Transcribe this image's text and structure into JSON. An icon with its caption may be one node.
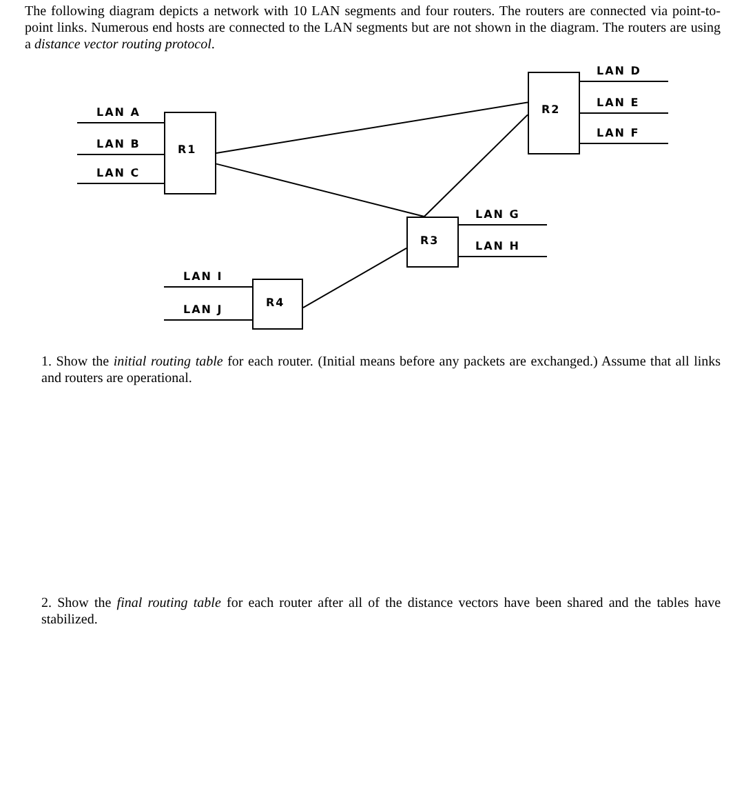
{
  "diagram": {
    "nodes": [
      {
        "text": [
          "R1"
        ]
      },
      {
        "text": [
          "R2"
        ]
      },
      {
        "text": [
          "R3"
        ]
      },
      {
        "text": [
          "R4"
        ]
      },
      {
        "text": [
          "LAN A"
        ]
      },
      {
        "text": [
          "LAN B"
        ]
      },
      {
        "text": [
          "LAN C"
        ]
      },
      {
        "text": [
          "LAN D"
        ]
      },
      {
        "text": [
          "LAN E"
        ]
      },
      {
        "text": [
          "LAN F"
        ]
      },
      {
        "text": [
          "LAN G"
        ]
      },
      {
        "text": [
          "LAN H"
        ]
      },
      {
        "text": [
          "LAN I"
        ]
      },
      {
        "text": [
          "LAN J"
        ]
      }
    ],
    "edges": [
      {
        "from": 0,
        "to": 1,
        "arrow": "none"
      },
      {
        "from": 0,
        "to": 2,
        "arrow": "none"
      },
      {
        "from": 1,
        "to": 2,
        "arrow": "none"
      },
      {
        "from": 3,
        "to": 2,
        "arrow": "none"
      },
      {
        "from": 0,
        "to": 4,
        "arrow": "none"
      },
      {
        "from": 0,
        "to": 5,
        "arrow": "none"
      },
      {
        "from": 0,
        "to": 6,
        "arrow": "none"
      },
      {
        "from": 1,
        "to": 7,
        "arrow": "none"
      },
      {
        "from": 1,
        "to": 8,
        "arrow": "none"
      },
      {
        "from": 1,
        "to": 9,
        "arrow": "none"
      },
      {
        "from": 2,
        "to": 10,
        "arrow": "none"
      },
      {
        "from": 2,
        "to": 11,
        "arrow": "none"
      },
      {
        "from": 3,
        "to": 12,
        "arrow": "none"
      },
      {
        "from": 3,
        "to": 13,
        "arrow": "none"
      }
    ],
    "labels": [
      "The following diagram depicts a network with 10 LAN segments and four routers. The routers are connected via point-to-point links. Numerous end hosts are connected to the LAN segments but are not shown in the diagram. The routers are using a *distance vector routing protocol*.",
      "1. Show the *initial routing table* for each router. (Initial means before any packets are exchanged.) Assume that all links and routers are operational.",
      "2. Show the *final routing table* for each router after all of the distance vectors have been shared and the tables have stabilized."
    ]
  }
}
